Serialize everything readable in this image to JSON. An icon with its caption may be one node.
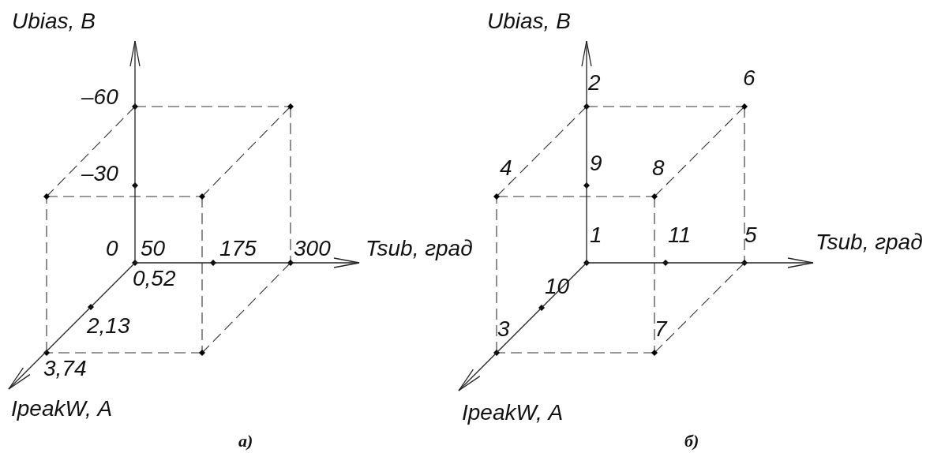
{
  "diagram": {
    "labels": [
      "Ubias, В",
      "–60",
      "–30",
      "0",
      "50",
      "175",
      "300",
      "Tsub, град",
      "0,52",
      "2,13",
      "3,74",
      "IpeakW, А",
      "а)",
      "Ubias, В",
      "2",
      "6",
      "4",
      "9",
      "8",
      "1",
      "11",
      "5",
      "Tsub, град",
      "10",
      "3",
      "7",
      "IpeakW, А",
      "б)"
    ]
  }
}
